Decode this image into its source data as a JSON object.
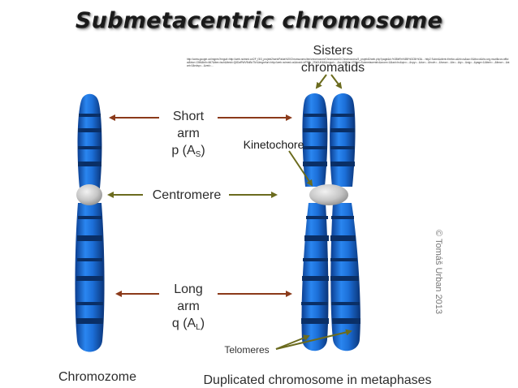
{
  "title": "Submetacentric chromosome",
  "source_url": "http://www.google.cz/imgres?imgurl=http://web.ncimed.cz/2F_f3/3_projekt2/web/Fakta%20Chromozomu/bin/chromozom/Chromozom3.Chromozomu/3_projekt2/web.php?page&d=%3BbRn%3Bf%3CBr%3A... http2 Subm&client=firefox-a&hl=cs&sa=X&tbo=d&rls=org.mozilla:cs:official&biw=1366&bih=667&tbm=isch&tbnid=Q6DaRWV9kiBcTM:&imgrefurl=http://web.ncimed.cz&docid=bPS8c_2Sk0UKIM&imgurl=...&w=638&h=478&ei=Submetacentric&zoom=1&iact=hc&vpx=...&vpy=...&dur=...&hovh=...&hovw=...&tx=...&ty=...&sig=...&page=1&tbnh=...&tbnw=...&start=0&ndsp=...&ved=...",
  "labels": {
    "short_arm_line1": "Short",
    "short_arm_line2": "arm",
    "short_arm_p": "p (A",
    "short_arm_sub": "S",
    "centromere": "Centromere",
    "long_arm_line1": "Long",
    "long_arm_line2": "arm",
    "long_arm_q": "q (A",
    "long_arm_sub": "L",
    "sisters_line1": "Sisters",
    "sisters_line2": "chromatids",
    "kinetochore": "Kinetochore",
    "telomeres": "Telomeres",
    "chromozome": "Chromozome",
    "duplicated": "Duplicated chromosome in metaphases",
    "copyright": "© Tomáš Urban 2013"
  },
  "colors": {
    "chromatid_blue": "#1e6fd6",
    "band_dark": "#0a2f66",
    "centromere_gray": "#c4c4c4",
    "arrow_brown": "#8b3a1a",
    "arrow_olive": "#6b6b1e"
  }
}
